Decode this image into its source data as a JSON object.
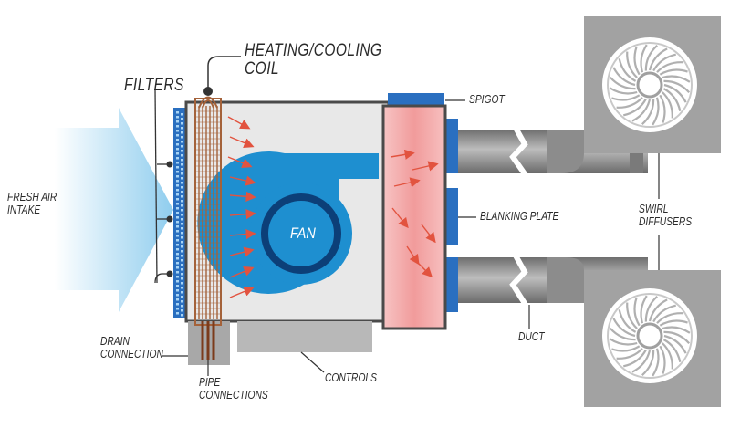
{
  "labels": {
    "heating_cooling_coil_line1": "HEATING/COOLING",
    "heating_cooling_coil_line2": "COIL",
    "filters": "FILTERS",
    "fresh_air_intake_line1": "FRESH AIR",
    "fresh_air_intake_line2": "INTAKE",
    "spigot": "SPIGOT",
    "fan": "FAN",
    "blanking_plate": "BLANKING PLATE",
    "swirl_diffusers_line1": "SWIRL",
    "swirl_diffusers_line2": "DIFFUSERS",
    "drain_connection_line1": "DRAIN",
    "drain_connection_line2": "CONNECTION",
    "pipe_connections_line1": "PIPE",
    "pipe_connections_line2": "CONNECTIONS",
    "controls": "CONTROLS",
    "duct": "DUCT"
  },
  "colors": {
    "fan_blue": "#1e8fd0",
    "filter_blue": "#2a6fc0",
    "air_blue": "#9fd4ef",
    "outlet_pink": "#f3a6a6",
    "coil_copper": "#a4623a",
    "arrow_red": "#e2533f",
    "unit_gray": "#e8e8e8",
    "diffuser_gray": "#9e9e9e"
  }
}
